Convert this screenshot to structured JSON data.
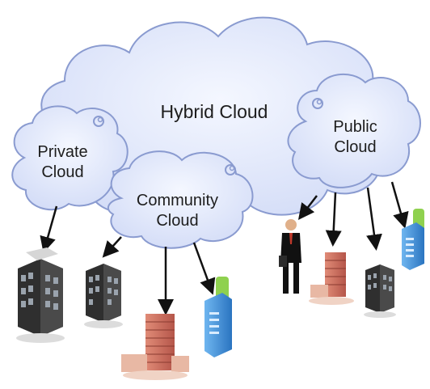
{
  "diagram": {
    "clouds": {
      "hybrid": {
        "label": "Hybrid Cloud"
      },
      "private": {
        "line1": "Private",
        "line2": "Cloud"
      },
      "community": {
        "line1": "Community",
        "line2": "Cloud"
      },
      "public": {
        "line1": "Public",
        "line2": "Cloud"
      }
    },
    "colors": {
      "cloud_fill": "#dfe6fb",
      "cloud_fill_light": "#eef2ff",
      "cloud_stroke": "#8a9bd0",
      "arrow": "#111111",
      "office_dark": "#3b3b3b",
      "brick_building": "#c8685a",
      "blue_tower": "#3a8fd6",
      "green_tower": "#8fd14f"
    },
    "icons": [
      "office-building-icon",
      "brick-building-icon",
      "blue-tower-icon",
      "businessman-icon"
    ]
  }
}
